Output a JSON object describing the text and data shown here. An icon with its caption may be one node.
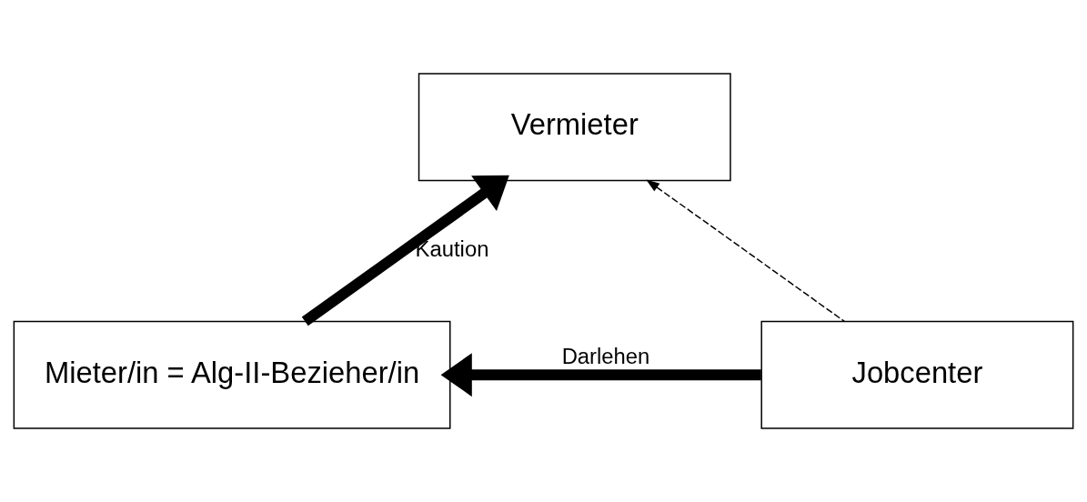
{
  "diagram": {
    "nodes": [
      {
        "text": [
          "Vermieter"
        ]
      },
      {
        "text": [
          "Mieter/in = Alg-II-Bezieher/in"
        ]
      },
      {
        "text": [
          "Jobcenter"
        ]
      }
    ],
    "edges": [
      {
        "from": 1,
        "to": 0,
        "arrow": "to",
        "label": "Kaution"
      },
      {
        "from": 2,
        "to": 1,
        "arrow": "to",
        "label": "Darlehen"
      },
      {
        "from": 2,
        "to": 0,
        "arrow": "to",
        "style": "dashed"
      }
    ]
  }
}
